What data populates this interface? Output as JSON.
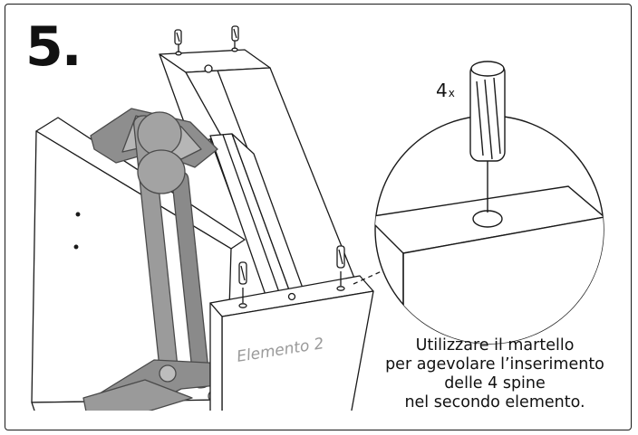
{
  "step": {
    "number": "5."
  },
  "detail": {
    "quantity": "4",
    "multiplier": "x"
  },
  "element_label": "Elemento 2",
  "instructions": {
    "lines": [
      "Utilizzare il martello",
      "per agevolare l’inserimento",
      "delle 4 spine",
      "nel secondo elemento."
    ]
  },
  "colors": {
    "line": "#1a1a1a",
    "wood_panel": "#ffffff",
    "frame_shade": "#9a9a9a",
    "frame_dark": "#7a7a7a",
    "label_gray": "#9a9a9a"
  },
  "icons": [
    "wooden-dowel-icon",
    "drill-hole-icon"
  ]
}
